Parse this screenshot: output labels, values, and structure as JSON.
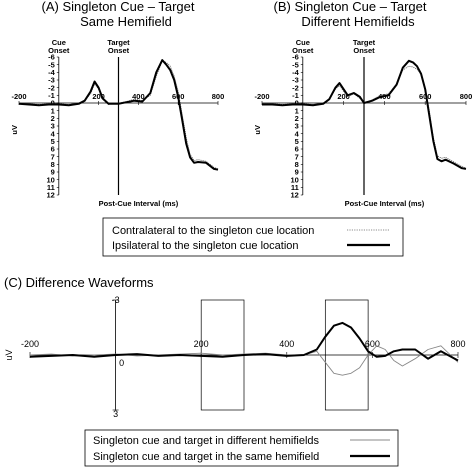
{
  "chart_data": [
    {
      "type": "line",
      "panel": "A",
      "title": "(A) Singleton Cue – Target",
      "subtitle": "Same Hemifield",
      "xlabel": "Post-Cue Interval (ms)",
      "ylabel": "uV",
      "xlim": [
        -200,
        800
      ],
      "ylim": [
        -6,
        12
      ],
      "y_inverted": true,
      "xticks": [
        "-200",
        "200",
        "400",
        "600",
        "800"
      ],
      "yticks": [
        "-6",
        "-5",
        "-4",
        "-3",
        "-2",
        "-1",
        "0",
        "1",
        "2",
        "3",
        "4",
        "5",
        "6",
        "7",
        "8",
        "9",
        "10",
        "11",
        "12"
      ],
      "markers": [
        {
          "label": "Cue\nOnset",
          "x": 0
        },
        {
          "label": "Target\nOnset",
          "x": 300
        }
      ],
      "series": [
        {
          "name": "Contralateral to the singleton cue location",
          "style": "thin-dotted",
          "x": [
            -200,
            -150,
            -100,
            -50,
            0,
            50,
            100,
            130,
            160,
            180,
            200,
            220,
            250,
            280,
            300,
            340,
            380,
            420,
            460,
            490,
            520,
            540,
            560,
            580,
            600,
            620,
            640,
            660,
            680,
            700,
            740,
            780,
            800
          ],
          "y": [
            0.0,
            0.1,
            0.2,
            0.1,
            0.1,
            0.2,
            0.0,
            -0.3,
            -1.2,
            -2.5,
            -1.8,
            -0.5,
            0.2,
            0.0,
            0.0,
            -0.2,
            -0.5,
            -0.3,
            -1.0,
            -3.5,
            -5.5,
            -5.3,
            -4.8,
            -3.5,
            -1.5,
            1.5,
            4.5,
            6.7,
            7.5,
            7.4,
            7.6,
            8.4,
            8.6
          ]
        },
        {
          "name": "Ipsilateral to the singleton cue location",
          "style": "thick-solid",
          "x": [
            -200,
            -150,
            -100,
            -50,
            0,
            50,
            100,
            130,
            160,
            180,
            200,
            220,
            250,
            280,
            300,
            340,
            380,
            420,
            460,
            490,
            520,
            540,
            560,
            580,
            600,
            620,
            640,
            660,
            680,
            700,
            740,
            780,
            800
          ],
          "y": [
            0.1,
            0.2,
            0.3,
            0.2,
            0.2,
            0.3,
            0.1,
            -0.3,
            -1.5,
            -2.8,
            -2.0,
            -0.6,
            0.1,
            0.1,
            0.1,
            -0.1,
            -0.3,
            -0.2,
            -1.3,
            -4.0,
            -5.6,
            -5.0,
            -4.3,
            -3.0,
            -0.8,
            2.2,
            5.3,
            7.1,
            7.8,
            7.7,
            7.8,
            8.6,
            8.7
          ]
        }
      ]
    },
    {
      "type": "line",
      "panel": "B",
      "title": "(B) Singleton Cue – Target",
      "subtitle": "Different Hemifields",
      "xlabel": "Post-Cue Interval (ms)",
      "ylabel": "uV",
      "xlim": [
        -200,
        800
      ],
      "ylim": [
        -6,
        12
      ],
      "y_inverted": true,
      "xticks": [
        "-200",
        "200",
        "400",
        "600",
        "800"
      ],
      "yticks": [
        "-6",
        "-5",
        "-4",
        "-3",
        "-2",
        "-1",
        "0",
        "1",
        "2",
        "3",
        "4",
        "5",
        "6",
        "7",
        "8",
        "9",
        "10",
        "11",
        "12"
      ],
      "markers": [
        {
          "label": "Cue\nOnset",
          "x": 0
        },
        {
          "label": "Target\nOnset",
          "x": 300
        }
      ],
      "series": [
        {
          "name": "Contralateral to the singleton cue location",
          "style": "thin-dotted",
          "x": [
            -200,
            -150,
            -100,
            -50,
            0,
            50,
            100,
            130,
            160,
            180,
            200,
            220,
            250,
            280,
            300,
            340,
            380,
            420,
            460,
            490,
            520,
            540,
            560,
            580,
            600,
            620,
            640,
            660,
            680,
            700,
            740,
            780,
            800
          ],
          "y": [
            0.1,
            0.1,
            0.2,
            0.1,
            0.1,
            0.2,
            0.0,
            -0.5,
            -1.8,
            -2.3,
            -1.5,
            -0.8,
            -1.2,
            -0.6,
            0.0,
            -0.4,
            -1.0,
            -1.2,
            -2.5,
            -4.3,
            -4.8,
            -4.7,
            -4.4,
            -3.8,
            -2.0,
            1.0,
            4.5,
            6.9,
            7.2,
            7.1,
            7.7,
            8.3,
            8.5
          ]
        },
        {
          "name": "Ipsilateral to the singleton cue location",
          "style": "thick-solid",
          "x": [
            -200,
            -150,
            -100,
            -50,
            0,
            50,
            100,
            130,
            160,
            180,
            200,
            220,
            250,
            280,
            300,
            340,
            380,
            420,
            460,
            490,
            520,
            540,
            560,
            580,
            600,
            620,
            640,
            660,
            680,
            700,
            740,
            780,
            800
          ],
          "y": [
            0.2,
            0.2,
            0.3,
            0.2,
            0.2,
            0.3,
            0.1,
            -0.5,
            -2.0,
            -2.6,
            -1.8,
            -1.0,
            -1.3,
            -0.8,
            0.0,
            -0.3,
            -0.8,
            -1.0,
            -2.4,
            -4.6,
            -5.5,
            -5.3,
            -4.8,
            -3.8,
            -1.8,
            1.6,
            5.0,
            7.3,
            7.6,
            7.4,
            7.9,
            8.5,
            8.6
          ]
        }
      ]
    },
    {
      "type": "line",
      "panel": "C",
      "title": "(C) Difference Waveforms",
      "xlabel": "",
      "ylabel": "uV",
      "xlim": [
        -200,
        800
      ],
      "ylim": [
        -3,
        3
      ],
      "y_inverted": true,
      "xticks": [
        "-200",
        "0",
        "200",
        "400",
        "600",
        "800"
      ],
      "yticks": [
        "-3",
        "0",
        "3"
      ],
      "windows": [
        [
          200,
          300
        ],
        [
          490,
          590
        ]
      ],
      "series": [
        {
          "name": "Singleton cue and target in different hemifields",
          "style": "thin-gray",
          "x": [
            -200,
            -150,
            -100,
            -50,
            0,
            50,
            100,
            150,
            200,
            250,
            300,
            350,
            400,
            440,
            470,
            490,
            510,
            530,
            550,
            570,
            590,
            610,
            630,
            650,
            670,
            700,
            730,
            760,
            800
          ],
          "y": [
            0.0,
            -0.05,
            0.05,
            0.0,
            -0.05,
            0.05,
            0.0,
            -0.05,
            -0.1,
            0.0,
            -0.05,
            -0.1,
            0.0,
            0.0,
            -0.2,
            0.4,
            1.0,
            1.1,
            1.0,
            0.7,
            0.0,
            -0.5,
            -0.3,
            0.3,
            0.6,
            0.2,
            -0.3,
            -0.5,
            0.4
          ]
        },
        {
          "name": "Singleton cue and target in the same hemifield",
          "style": "thick-black",
          "x": [
            -200,
            -150,
            -100,
            -50,
            0,
            50,
            100,
            150,
            200,
            250,
            300,
            350,
            400,
            440,
            470,
            490,
            510,
            530,
            550,
            570,
            590,
            610,
            630,
            650,
            670,
            700,
            730,
            760,
            800
          ],
          "y": [
            0.1,
            0.05,
            0.0,
            0.1,
            0.0,
            -0.05,
            0.05,
            0.0,
            0.05,
            0.1,
            0.0,
            -0.05,
            0.05,
            0.0,
            -0.3,
            -1.0,
            -1.6,
            -1.75,
            -1.5,
            -0.9,
            -0.2,
            0.1,
            0.05,
            -0.2,
            -0.3,
            -0.3,
            0.2,
            -0.2,
            0.3
          ]
        }
      ]
    }
  ]
}
